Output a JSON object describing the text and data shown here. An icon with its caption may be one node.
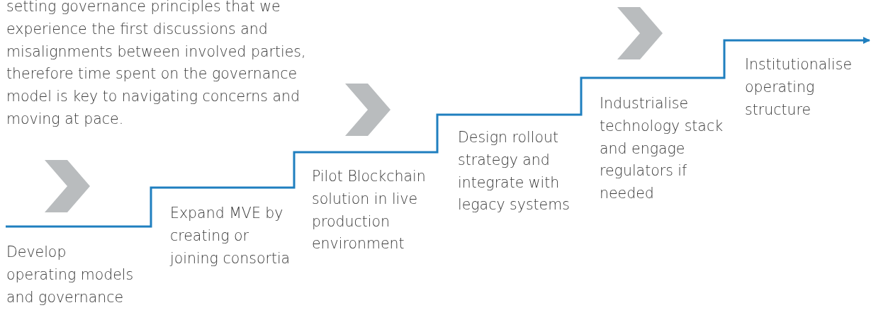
{
  "diagram": {
    "labels": [
      "setting governance principles that we experience the first discussions and misalignments between involved parties, therefore time spent on the governance model is key to navigating concerns and moving at pace.",
      "Develop operating models and governance",
      "Expand MVE by creating or joining consortia",
      "Pilot Blockchain solution in live production environment",
      "Design rollout strategy and integrate with legacy systems",
      "Industrialise technology stack and engage regulators if needed",
      "Institutionalise operating structure"
    ]
  }
}
